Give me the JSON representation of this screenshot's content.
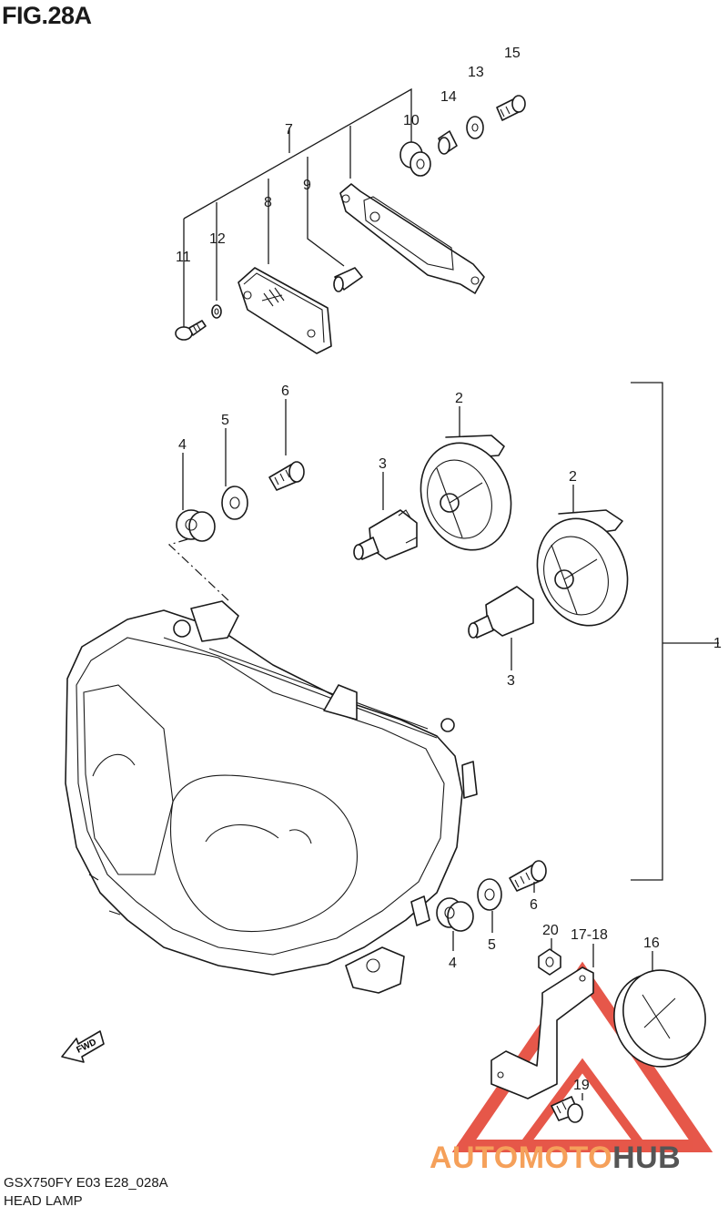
{
  "figure": {
    "title": "FIG.28A",
    "model_code": "GSX750FY E03 E28_028A",
    "name": "HEAD LAMP"
  },
  "callouts": {
    "c1": "1",
    "c2a": "2",
    "c2b": "2",
    "c3a": "3",
    "c3b": "3",
    "c4a": "4",
    "c4b": "4",
    "c5a": "5",
    "c5b": "5",
    "c6a": "6",
    "c6b": "6",
    "c7": "7",
    "c8": "8",
    "c9": "9",
    "c10": "10",
    "c11": "11",
    "c12": "12",
    "c13": "13",
    "c14": "14",
    "c15": "15",
    "c16": "16",
    "c1718": "17-18",
    "c19": "19",
    "c20": "20"
  },
  "fwd_label": "FWD",
  "watermark": {
    "part_a": "AUTOMOTO",
    "part_b": "HUB",
    "color_triangle": "#e23a2a",
    "color_text_a": "#f5a05a",
    "color_text_b": "#555555"
  }
}
